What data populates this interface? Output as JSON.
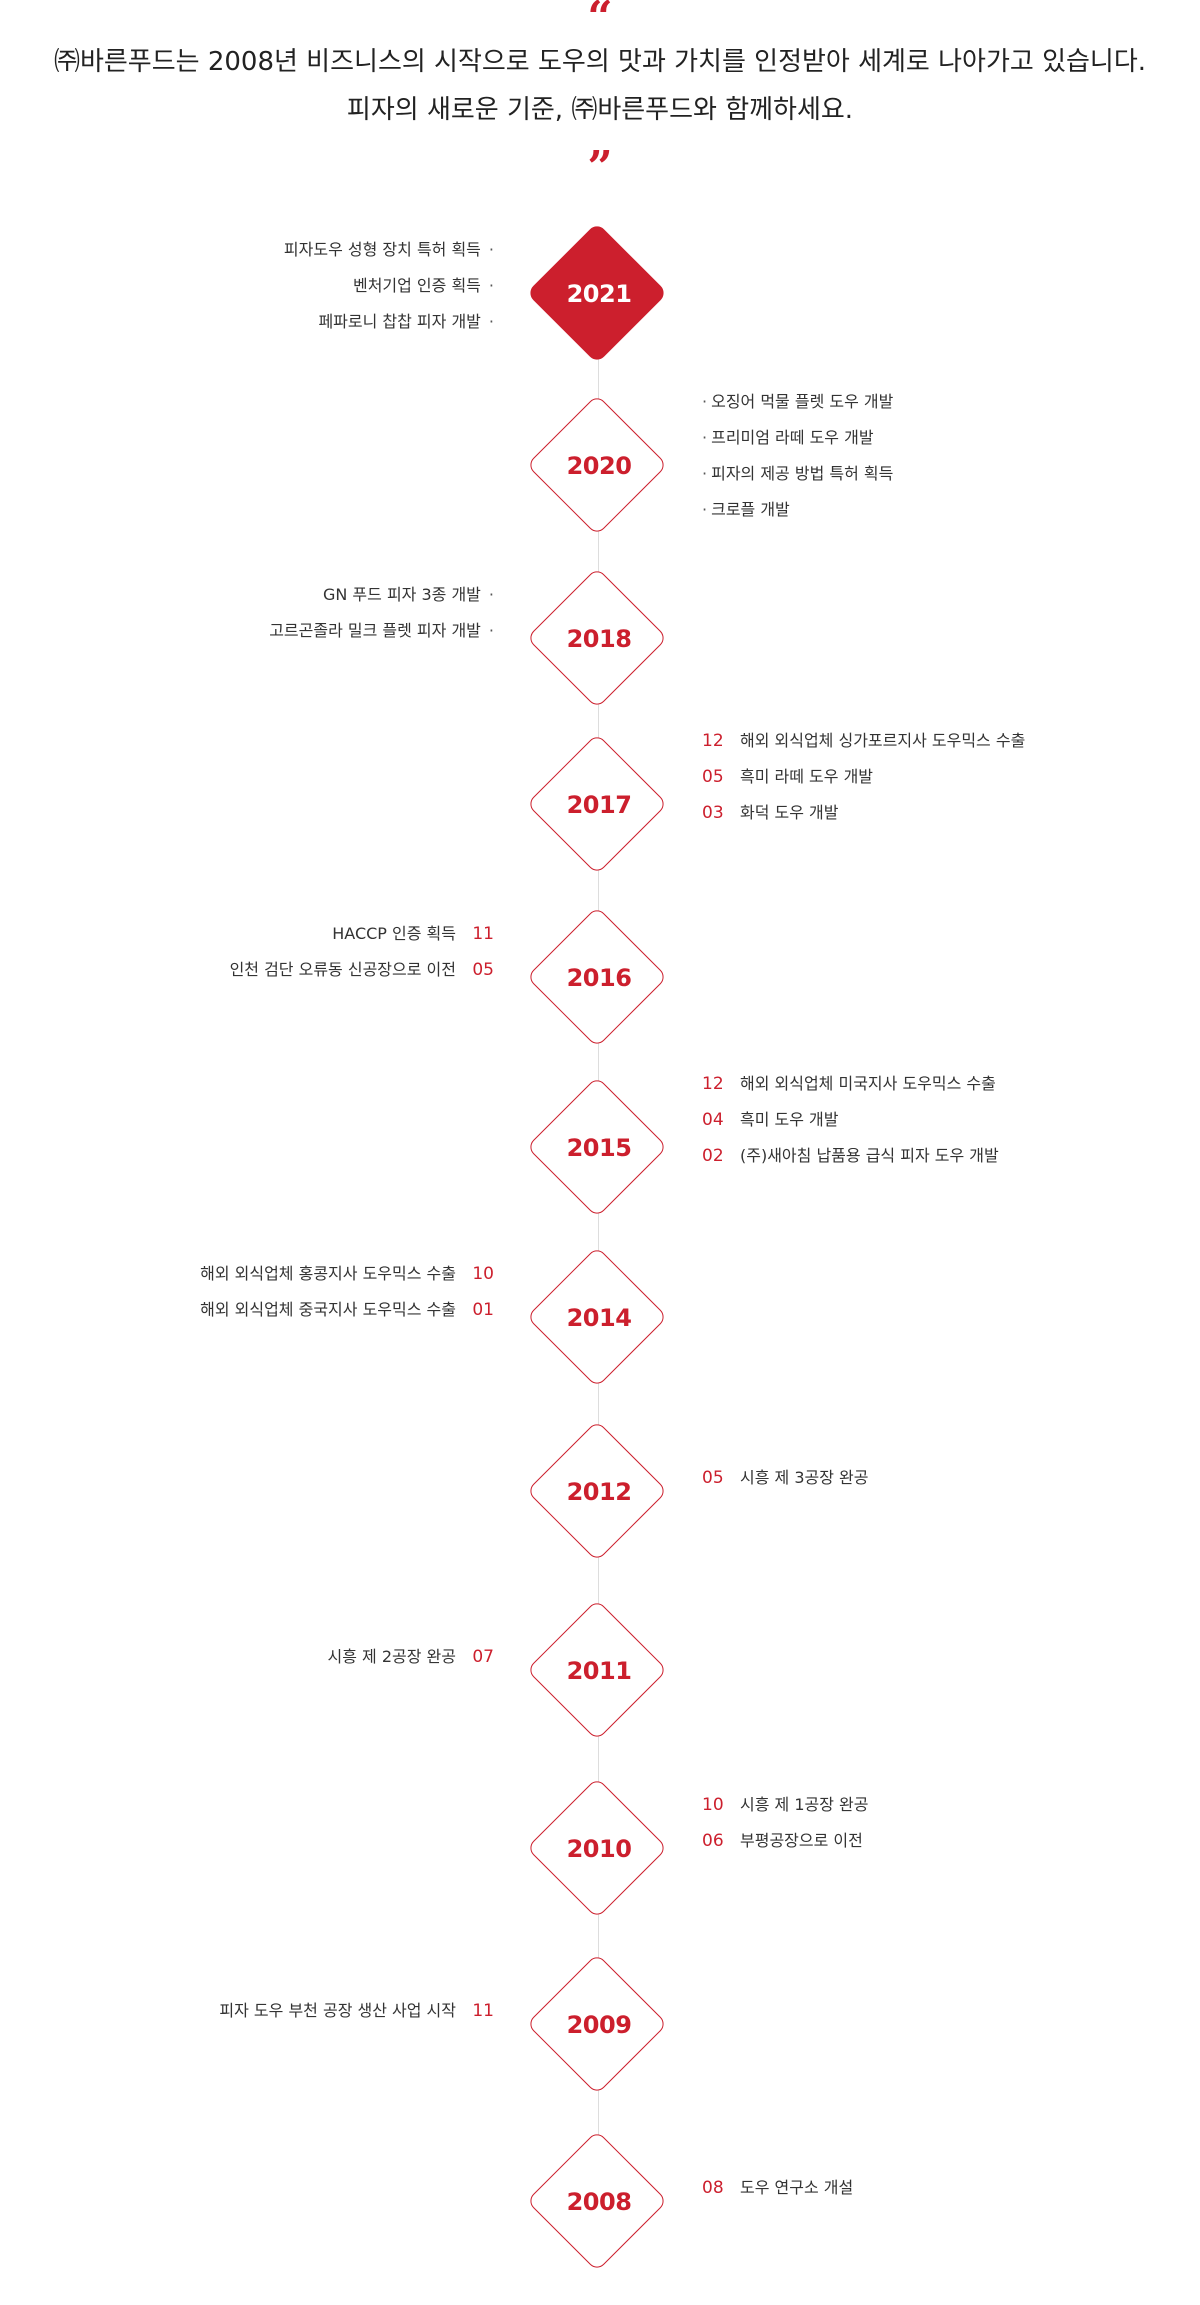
{
  "intro": {
    "quote_open": "“",
    "line1": "㈜바른푸드는 2008년 비즈니스의 시작으로 도우의 맛과 가치를 인정받아 세계로 나아가고 있습니다.",
    "line2": "피자의 새로운 기준, ㈜바른푸드와 함께하세요.",
    "quote_close": "”"
  },
  "colors": {
    "accent": "#cc1f2d",
    "text": "#333333",
    "line": "#dddddd"
  },
  "timeline": [
    {
      "year": "2021",
      "side": "left",
      "filled": true,
      "events": [
        {
          "date": "",
          "bullet": "·",
          "text": "피자도우 성형 장치 특허 획득"
        },
        {
          "date": "",
          "bullet": "·",
          "text": "벤처기업 인증 획득"
        },
        {
          "date": "",
          "bullet": "·",
          "text": "페파로니 찹찹 피자 개발"
        }
      ]
    },
    {
      "year": "2020",
      "side": "right",
      "filled": false,
      "events": [
        {
          "date": "",
          "bullet": "·",
          "text": "오징어 먹물 플렛 도우 개발"
        },
        {
          "date": "",
          "bullet": "·",
          "text": "프리미엄 라떼 도우 개발"
        },
        {
          "date": "",
          "bullet": "·",
          "text": "피자의 제공 방법 특허 획득"
        },
        {
          "date": "",
          "bullet": "·",
          "text": "크로플 개발"
        }
      ]
    },
    {
      "year": "2018",
      "side": "left",
      "filled": false,
      "events": [
        {
          "date": "",
          "bullet": "·",
          "text": "GN 푸드 피자 3종 개발"
        },
        {
          "date": "",
          "bullet": "·",
          "text": "고르곤졸라 밀크 플렛 피자 개발"
        }
      ]
    },
    {
      "year": "2017",
      "side": "right",
      "filled": false,
      "events": [
        {
          "date": "12",
          "bullet": "",
          "text": "해외 외식업체 싱가포르지사 도우믹스 수출"
        },
        {
          "date": "05",
          "bullet": "",
          "text": "흑미 라떼 도우 개발"
        },
        {
          "date": "03",
          "bullet": "",
          "text": "화덕 도우 개발"
        }
      ]
    },
    {
      "year": "2016",
      "side": "left",
      "filled": false,
      "events": [
        {
          "date": "11",
          "bullet": "",
          "text": "HACCP 인증 획득"
        },
        {
          "date": "05",
          "bullet": "",
          "text": "인천 검단 오류동 신공장으로 이전"
        }
      ]
    },
    {
      "year": "2015",
      "side": "right",
      "filled": false,
      "events": [
        {
          "date": "12",
          "bullet": "",
          "text": "해외 외식업체 미국지사 도우믹스 수출"
        },
        {
          "date": "04",
          "bullet": "",
          "text": "흑미 도우 개발"
        },
        {
          "date": "02",
          "bullet": "",
          "text": "(주)새아침 납품용 급식 피자 도우 개발"
        }
      ]
    },
    {
      "year": "2014",
      "side": "left",
      "filled": false,
      "events": [
        {
          "date": "10",
          "bullet": "",
          "text": "해외 외식업체 홍콩지사 도우믹스 수출"
        },
        {
          "date": "01",
          "bullet": "",
          "text": "해외 외식업체 중국지사 도우믹스 수출"
        }
      ]
    },
    {
      "year": "2012",
      "side": "right",
      "filled": false,
      "events": [
        {
          "date": "05",
          "bullet": "",
          "text": "시흥 제 3공장 완공"
        }
      ]
    },
    {
      "year": "2011",
      "side": "left",
      "filled": false,
      "events": [
        {
          "date": "07",
          "bullet": "",
          "text": "시흥 제 2공장 완공"
        }
      ]
    },
    {
      "year": "2010",
      "side": "right",
      "filled": false,
      "events": [
        {
          "date": "10",
          "bullet": "",
          "text": "시흥 제 1공장 완공"
        },
        {
          "date": "06",
          "bullet": "",
          "text": "부평공장으로 이전"
        }
      ]
    },
    {
      "year": "2009",
      "side": "left",
      "filled": false,
      "events": [
        {
          "date": "11",
          "bullet": "",
          "text": "피자 도우 부천 공장 생산 사업 시작"
        }
      ]
    },
    {
      "year": "2008",
      "side": "right",
      "filled": false,
      "events": [
        {
          "date": "08",
          "bullet": "",
          "text": "도우 연구소 개설"
        }
      ]
    }
  ]
}
